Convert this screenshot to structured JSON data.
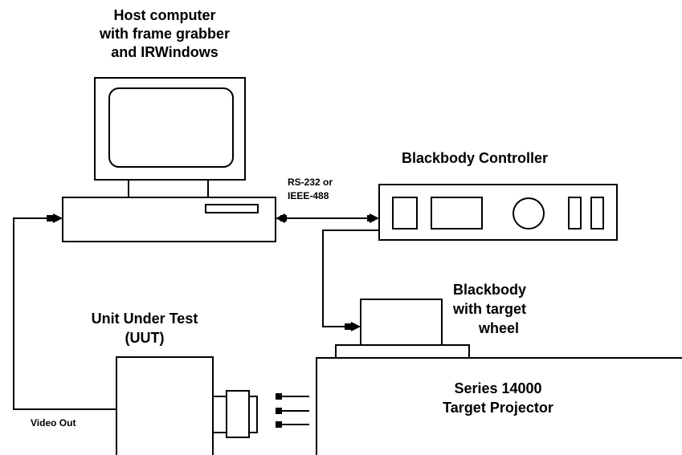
{
  "labels": {
    "host": [
      "Host computer",
      "with frame grabber",
      "and IRWindows"
    ],
    "blackbody_controller": "Blackbody Controller",
    "interface": [
      "RS-232 or",
      "IEEE-488"
    ],
    "blackbody": [
      "Blackbody",
      "with target",
      "wheel"
    ],
    "uut": [
      "Unit Under Test",
      "(UUT)"
    ],
    "projector": [
      "Series 14000",
      "Target Projector"
    ],
    "video_out": "Video Out"
  },
  "colors": {
    "line": "#000000",
    "fill": "#ffffff",
    "text": "#000000"
  }
}
